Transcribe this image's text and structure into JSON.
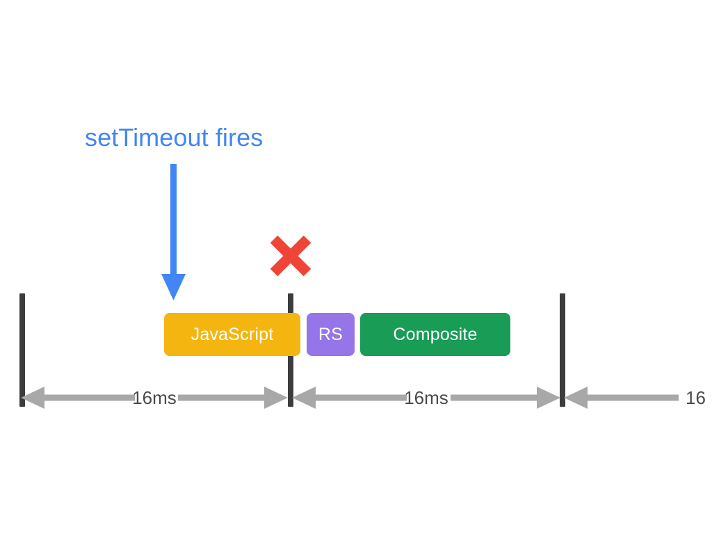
{
  "diagram": {
    "title": "Frame budget timeline with missed frame",
    "annotation": {
      "text": "setTimeout fires",
      "color": "#4285F4",
      "arrow_icon": "down-arrow-icon"
    },
    "failure_marker": {
      "icon": "red-x-icon",
      "color": "#EA4335",
      "meaning": "frame missed"
    },
    "frame_ticks": [
      {
        "name": "frame-boundary-1"
      },
      {
        "name": "frame-boundary-2"
      },
      {
        "name": "frame-boundary-3"
      }
    ],
    "tick_color": "#3C3C3C",
    "bars": [
      {
        "label": "JavaScript",
        "color": "#F5B511",
        "name": "javascript"
      },
      {
        "label": "RS",
        "color": "#9575E8",
        "name": "recalc-style"
      },
      {
        "label": "Composite",
        "color": "#189C56",
        "name": "composite"
      }
    ],
    "intervals": [
      {
        "label": "16ms",
        "name": "frame-1"
      },
      {
        "label": "16ms",
        "name": "frame-2"
      },
      {
        "label": "16",
        "name": "frame-3-clipped"
      }
    ],
    "measure_color": "#A8A8A8",
    "measure_text_color": "#4A4A4A"
  }
}
